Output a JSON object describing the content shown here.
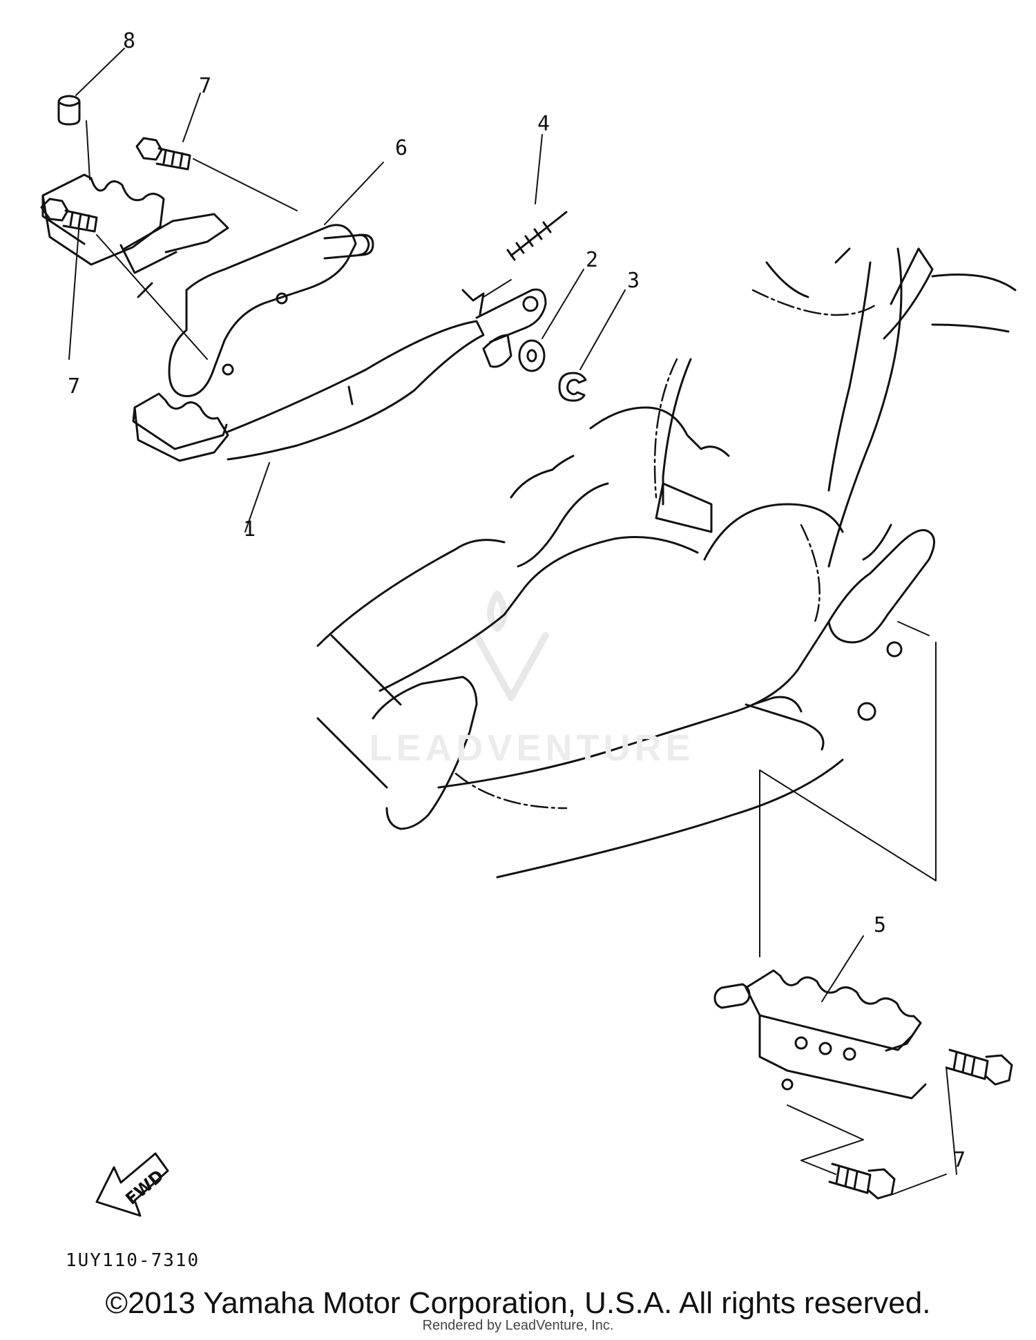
{
  "callouts": {
    "n1": "1",
    "n2": "2",
    "n3": "3",
    "n4": "4",
    "n5": "5",
    "n6": "6",
    "n7a": "7",
    "n7b": "7",
    "n7c": "7",
    "n8": "8"
  },
  "arrow_label": "FWD",
  "diagram_code": "1UY110-7310",
  "copyright": "©2013 Yamaha Motor Corporation, U.S.A. All rights reserved.",
  "rendered_by": "Rendered by LeadVenture, Inc.",
  "watermark_brand": "LEADVENTURE",
  "colors": {
    "ink": "#111111",
    "paper": "#ffffff",
    "watermark": "#ececec"
  }
}
